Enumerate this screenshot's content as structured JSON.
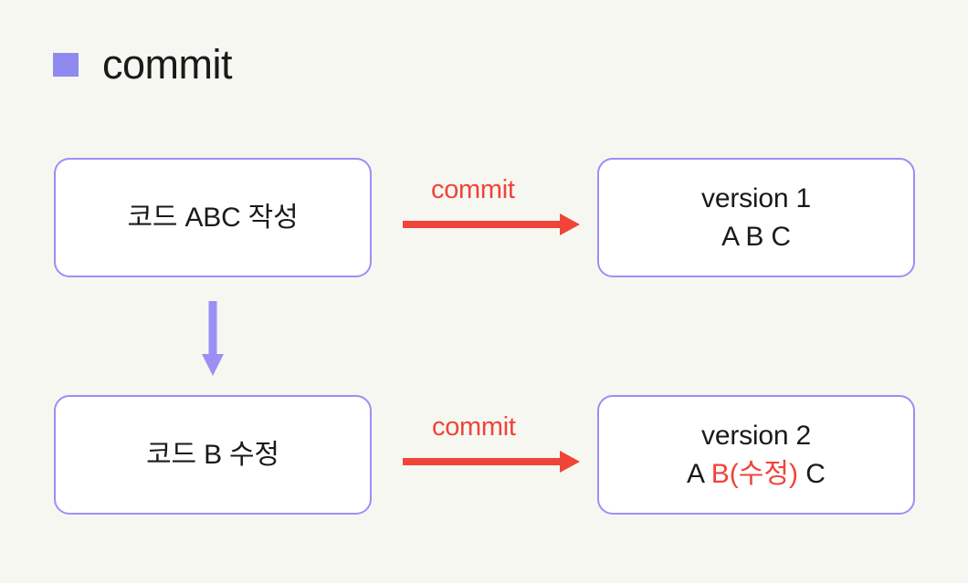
{
  "page": {
    "background_color": "#F7F7F2",
    "purple": "#9B8FF5",
    "bullet_purple": "#8F8AF0",
    "red": "#F04438",
    "text_color": "#1A1A1A"
  },
  "header": {
    "bullet_icon": "purple-square-bullet",
    "title": "commit"
  },
  "diagram": {
    "nodes": [
      {
        "id": "action-1",
        "lines": [
          "코드 ABC 작성"
        ],
        "position": "top-left"
      },
      {
        "id": "version-1",
        "lines": [
          "version 1",
          "A B C"
        ],
        "position": "top-right"
      },
      {
        "id": "action-2",
        "lines": [
          "코드 B 수정"
        ],
        "position": "bottom-left"
      },
      {
        "id": "version-2",
        "lines": [
          "version 2"
        ],
        "rich_line": {
          "prefix": "A ",
          "highlight": "B(수정)",
          "suffix": " C"
        },
        "position": "bottom-right"
      }
    ],
    "arrows": [
      {
        "id": "commit-arrow-1",
        "label": "commit",
        "direction": "right",
        "color": "#F04438",
        "from": "action-1",
        "to": "version-1"
      },
      {
        "id": "flow-arrow-down",
        "label": "",
        "direction": "down",
        "color": "#9B8FF5",
        "from": "action-1",
        "to": "action-2"
      },
      {
        "id": "commit-arrow-2",
        "label": "commit",
        "direction": "right",
        "color": "#F04438",
        "from": "action-2",
        "to": "version-2"
      }
    ]
  }
}
